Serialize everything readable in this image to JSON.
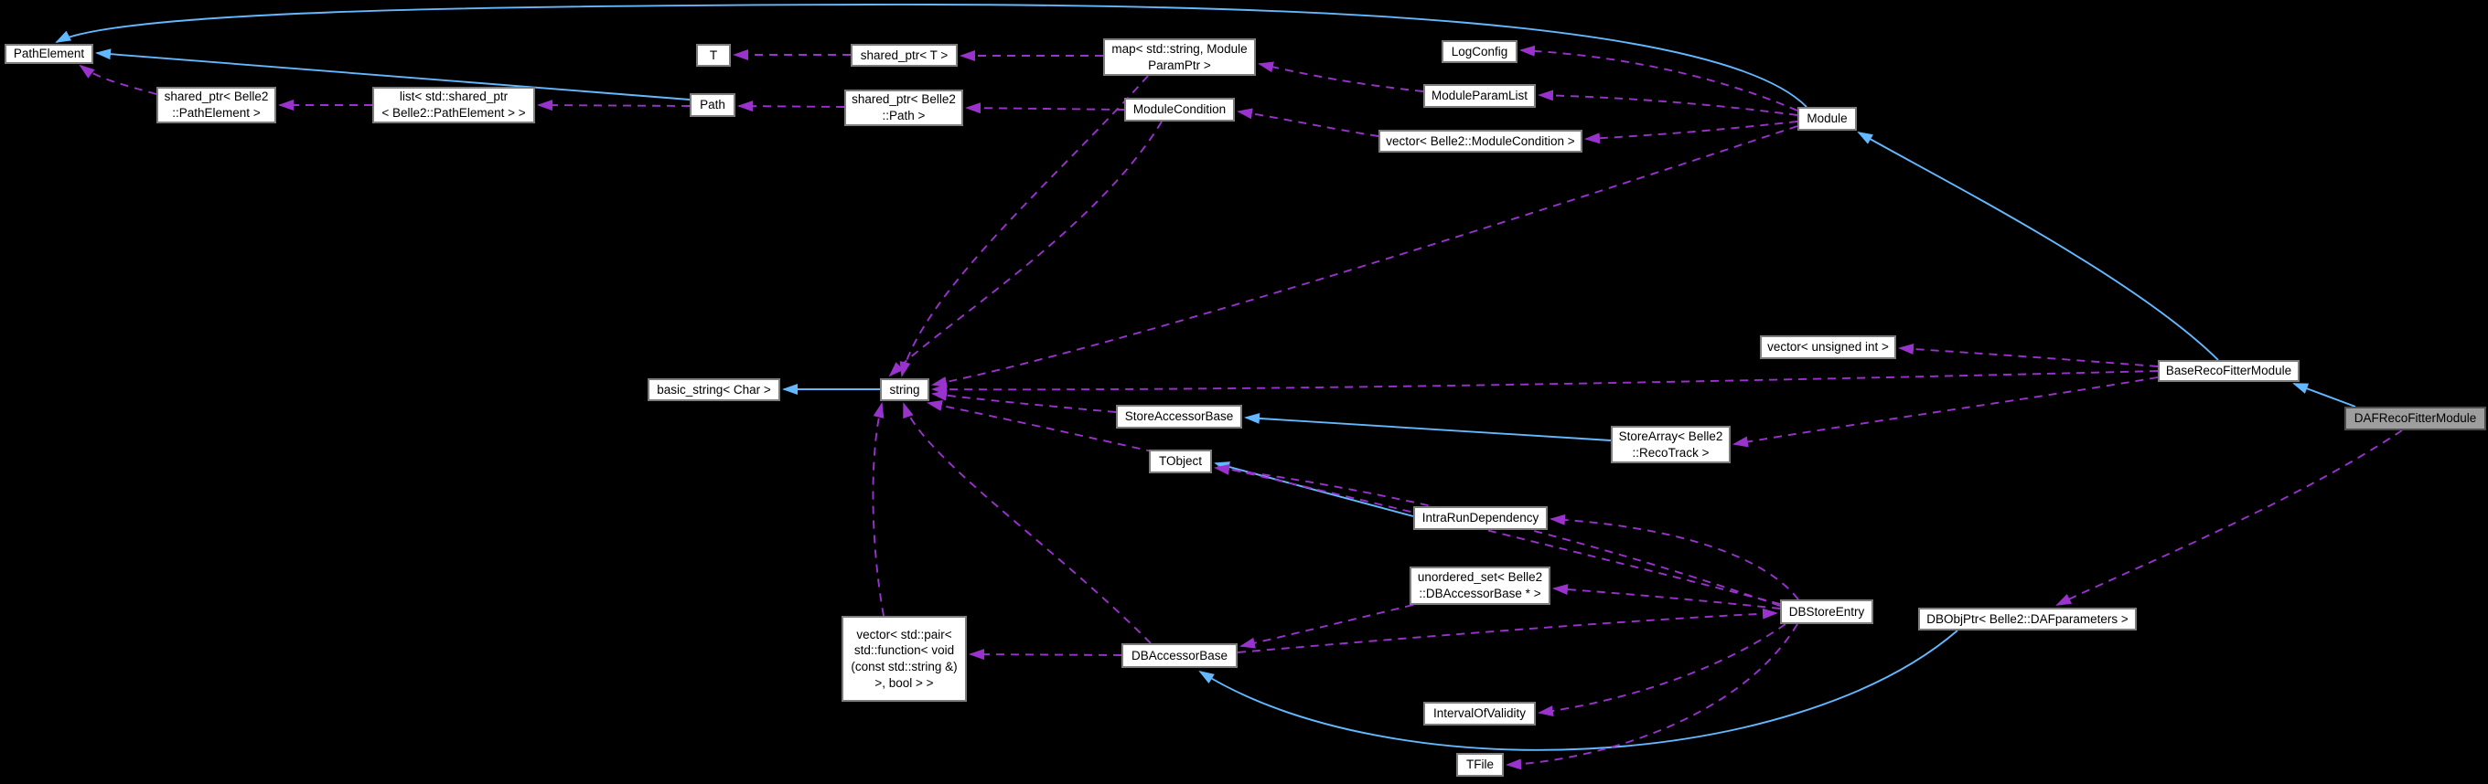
{
  "diagram": {
    "type": "collaboration-graph",
    "selected_node": "DAFRecoFitterModule",
    "colors": {
      "background": "#000000",
      "inheritance_edge": "#63b8ff",
      "usage_edge": "#9a32cd",
      "node_fill": "#ffffff",
      "node_border": "#7d7d7d",
      "selected_node_fill": "#9e9e9e",
      "node_text": "#000000"
    },
    "nodes": [
      {
        "id": "PathElement",
        "label": "PathElement"
      },
      {
        "id": "shared_ptr_PathElement",
        "label": "shared_ptr< Belle2\n::PathElement >"
      },
      {
        "id": "list_shared_ptr_PathElement",
        "label": "list< std::shared_ptr\n< Belle2::PathElement > >"
      },
      {
        "id": "T",
        "label": "T"
      },
      {
        "id": "shared_ptr_T",
        "label": "shared_ptr< T >"
      },
      {
        "id": "map_ModuleParamPtr",
        "label": "map< std::string, Module\nParamPtr >"
      },
      {
        "id": "Path",
        "label": "Path"
      },
      {
        "id": "shared_ptr_Path",
        "label": "shared_ptr< Belle2\n::Path >"
      },
      {
        "id": "ModuleCondition",
        "label": "ModuleCondition"
      },
      {
        "id": "LogConfig",
        "label": "LogConfig"
      },
      {
        "id": "ModuleParamList",
        "label": "ModuleParamList"
      },
      {
        "id": "vector_ModuleCondition",
        "label": "vector< Belle2::ModuleCondition >"
      },
      {
        "id": "Module",
        "label": "Module"
      },
      {
        "id": "basic_string_Char",
        "label": "basic_string< Char >"
      },
      {
        "id": "string",
        "label": "string"
      },
      {
        "id": "StoreAccessorBase",
        "label": "StoreAccessorBase"
      },
      {
        "id": "TObject",
        "label": "TObject"
      },
      {
        "id": "StoreArray_RecoTrack",
        "label": "StoreArray< Belle2\n::RecoTrack >"
      },
      {
        "id": "IntraRunDependency",
        "label": "IntraRunDependency"
      },
      {
        "id": "vector_unsigned_int",
        "label": "vector< unsigned int >"
      },
      {
        "id": "BaseRecoFitterModule",
        "label": "BaseRecoFitterModule"
      },
      {
        "id": "DAFRecoFitterModule",
        "label": "DAFRecoFitterModule"
      },
      {
        "id": "vector_pair_function",
        "label": "vector< std::pair<\nstd::function< void\n(const std::string &)\n>, bool > >"
      },
      {
        "id": "DBAccessorBase",
        "label": "DBAccessorBase"
      },
      {
        "id": "unordered_set_DBAccessorBase",
        "label": "unordered_set< Belle2\n::DBAccessorBase * >"
      },
      {
        "id": "DBStoreEntry",
        "label": "DBStoreEntry"
      },
      {
        "id": "IntervalOfValidity",
        "label": "IntervalOfValidity"
      },
      {
        "id": "TFile",
        "label": "TFile"
      },
      {
        "id": "DBObjPtr_DAFparameters",
        "label": "DBObjPtr< Belle2::DAFparameters >"
      }
    ],
    "edges": [
      {
        "from": "Module",
        "to": "PathElement",
        "type": "inheritance"
      },
      {
        "from": "Path",
        "to": "PathElement",
        "type": "inheritance"
      },
      {
        "from": "BaseRecoFitterModule",
        "to": "Module",
        "type": "inheritance"
      },
      {
        "from": "DAFRecoFitterModule",
        "to": "BaseRecoFitterModule",
        "type": "inheritance"
      },
      {
        "from": "string",
        "to": "basic_string_Char",
        "type": "inheritance"
      },
      {
        "from": "StoreArray_RecoTrack",
        "to": "StoreAccessorBase",
        "type": "inheritance"
      },
      {
        "from": "IntraRunDependency",
        "to": "TObject",
        "type": "inheritance"
      },
      {
        "from": "DBObjPtr_DAFparameters",
        "to": "DBAccessorBase",
        "type": "inheritance"
      },
      {
        "from": "shared_ptr_PathElement",
        "to": "PathElement",
        "type": "usage"
      },
      {
        "from": "list_shared_ptr_PathElement",
        "to": "shared_ptr_PathElement",
        "type": "usage"
      },
      {
        "from": "Path",
        "to": "list_shared_ptr_PathElement",
        "type": "usage"
      },
      {
        "from": "shared_ptr_T",
        "to": "T",
        "type": "usage"
      },
      {
        "from": "map_ModuleParamPtr",
        "to": "shared_ptr_T",
        "type": "usage"
      },
      {
        "from": "ModuleParamList",
        "to": "map_ModuleParamPtr",
        "type": "usage"
      },
      {
        "from": "shared_ptr_Path",
        "to": "Path",
        "type": "usage"
      },
      {
        "from": "ModuleCondition",
        "to": "shared_ptr_Path",
        "type": "usage"
      },
      {
        "from": "vector_ModuleCondition",
        "to": "ModuleCondition",
        "type": "usage"
      },
      {
        "from": "Module",
        "to": "LogConfig",
        "type": "usage"
      },
      {
        "from": "Module",
        "to": "ModuleParamList",
        "type": "usage"
      },
      {
        "from": "Module",
        "to": "vector_ModuleCondition",
        "type": "usage"
      },
      {
        "from": "Module",
        "to": "string",
        "type": "usage"
      },
      {
        "from": "map_ModuleParamPtr",
        "to": "string",
        "type": "usage"
      },
      {
        "from": "ModuleCondition",
        "to": "string",
        "type": "usage"
      },
      {
        "from": "BaseRecoFitterModule",
        "to": "string",
        "type": "usage"
      },
      {
        "from": "StoreAccessorBase",
        "to": "string",
        "type": "usage"
      },
      {
        "from": "DBStoreEntry",
        "to": "string",
        "type": "usage"
      },
      {
        "from": "DBAccessorBase",
        "to": "string",
        "type": "usage"
      },
      {
        "from": "vector_pair_function",
        "to": "string",
        "type": "usage"
      },
      {
        "from": "BaseRecoFitterModule",
        "to": "vector_unsigned_int",
        "type": "usage"
      },
      {
        "from": "BaseRecoFitterModule",
        "to": "StoreArray_RecoTrack",
        "type": "usage"
      },
      {
        "from": "DAFRecoFitterModule",
        "to": "DBObjPtr_DAFparameters",
        "type": "usage"
      },
      {
        "from": "DBAccessorBase",
        "to": "vector_pair_function",
        "type": "usage"
      },
      {
        "from": "DBAccessorBase",
        "to": "DBStoreEntry",
        "type": "usage"
      },
      {
        "from": "unordered_set_DBAccessorBase",
        "to": "DBAccessorBase",
        "type": "usage"
      },
      {
        "from": "DBStoreEntry",
        "to": "unordered_set_DBAccessorBase",
        "type": "usage"
      },
      {
        "from": "DBStoreEntry",
        "to": "IntervalOfValidity",
        "type": "usage"
      },
      {
        "from": "DBStoreEntry",
        "to": "TFile",
        "type": "usage"
      },
      {
        "from": "DBStoreEntry",
        "to": "IntraRunDependency",
        "type": "usage"
      },
      {
        "from": "DBStoreEntry",
        "to": "TObject",
        "type": "usage"
      }
    ]
  }
}
